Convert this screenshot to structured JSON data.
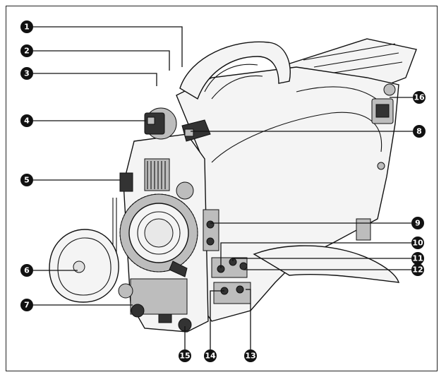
{
  "diagram": {
    "accent_color": "#111111",
    "callouts": [
      {
        "id": "1",
        "label": "1"
      },
      {
        "id": "2",
        "label": "2"
      },
      {
        "id": "3",
        "label": "3"
      },
      {
        "id": "4",
        "label": "4"
      },
      {
        "id": "5",
        "label": "5"
      },
      {
        "id": "6",
        "label": "6"
      },
      {
        "id": "7",
        "label": "7"
      },
      {
        "id": "8",
        "label": "8"
      },
      {
        "id": "9",
        "label": "9"
      },
      {
        "id": "10",
        "label": "10"
      },
      {
        "id": "11",
        "label": "11"
      },
      {
        "id": "12",
        "label": "12"
      },
      {
        "id": "13",
        "label": "13"
      },
      {
        "id": "14",
        "label": "14"
      },
      {
        "id": "15",
        "label": "15"
      },
      {
        "id": "16",
        "label": "16"
      }
    ]
  }
}
